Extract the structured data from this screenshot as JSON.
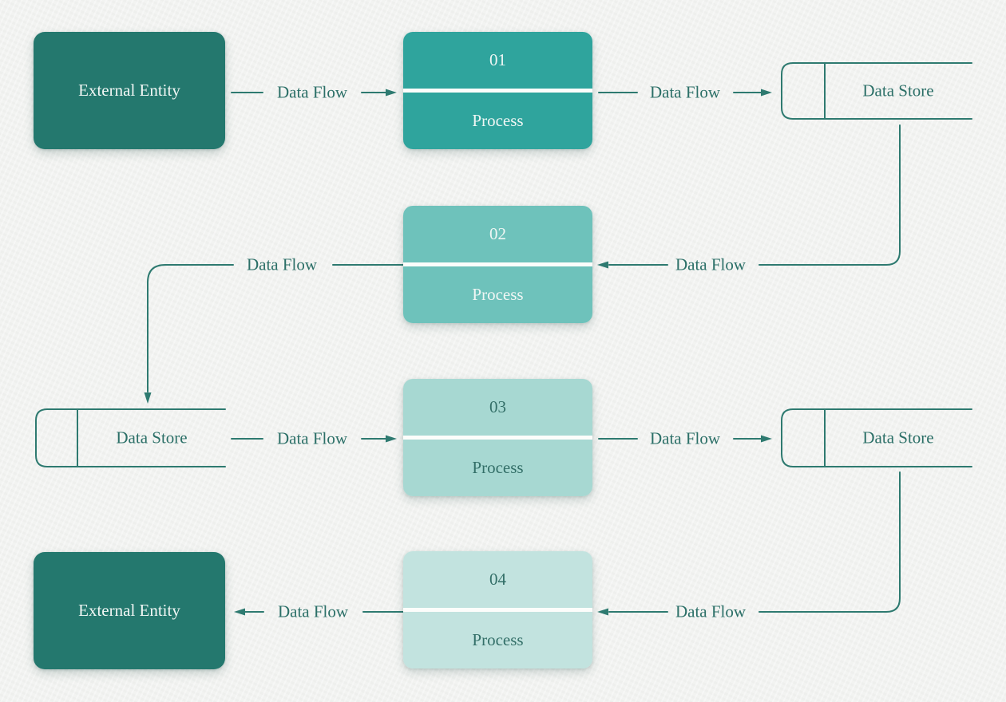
{
  "palette": {
    "background": "#f2f3f1",
    "stroke": "#2e7a70",
    "label_text": "#2b6f67",
    "external_entity_fill": "#24786e",
    "process_fills": [
      "#2fa49d",
      "#6ec2bb",
      "#a7d8d2",
      "#c2e3df"
    ],
    "process_text_light": "#eff6f4",
    "process_text_dark": "#336f68",
    "process_divider": "#fcfdfb"
  },
  "nodes": {
    "external_entities": [
      {
        "label": "External Entity",
        "position": "top-left"
      },
      {
        "label": "External Entity",
        "position": "bottom-left"
      }
    ],
    "processes": [
      {
        "number": "01",
        "label": "Process"
      },
      {
        "number": "02",
        "label": "Process"
      },
      {
        "number": "03",
        "label": "Process"
      },
      {
        "number": "04",
        "label": "Process"
      }
    ],
    "data_stores": [
      {
        "label": "Data Store",
        "position": "top-right"
      },
      {
        "label": "Data Store",
        "position": "middle-left"
      },
      {
        "label": "Data Store",
        "position": "middle-right"
      }
    ]
  },
  "flows": [
    {
      "label": "Data Flow",
      "from": "external-entity-top",
      "to": "process-01"
    },
    {
      "label": "Data Flow",
      "from": "process-01",
      "to": "data-store-top-right"
    },
    {
      "label": "Data Flow",
      "from": "data-store-top-right",
      "to": "process-02"
    },
    {
      "label": "Data Flow",
      "from": "process-02",
      "to": "data-store-middle-left"
    },
    {
      "label": "Data Flow",
      "from": "data-store-middle-left",
      "to": "process-03"
    },
    {
      "label": "Data Flow",
      "from": "process-03",
      "to": "data-store-middle-right"
    },
    {
      "label": "Data Flow",
      "from": "data-store-middle-right",
      "to": "process-04"
    },
    {
      "label": "Data Flow",
      "from": "process-04",
      "to": "external-entity-bottom"
    }
  ]
}
